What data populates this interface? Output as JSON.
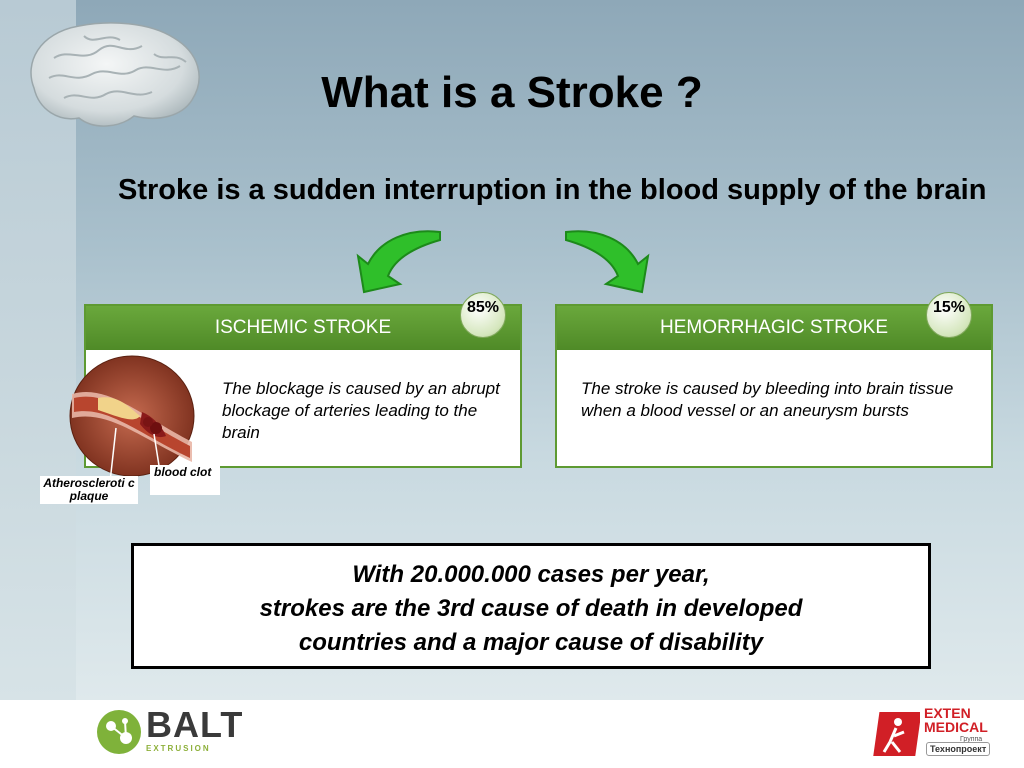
{
  "slide": {
    "title": "What is a Stroke ?",
    "subtitle": "Stroke is a sudden interruption in the blood supply of the brain"
  },
  "ischemic": {
    "heading": "ISCHEMIC STROKE",
    "percent": "85%",
    "description": "The blockage is caused by an abrupt blockage of arteries leading to the brain",
    "image_labels": {
      "plaque": "Atheroscleroti c plaque",
      "clot": "blood clot"
    }
  },
  "hemorrhagic": {
    "heading": "HEMORRHAGIC STROKE",
    "percent": "15%",
    "description": "The stroke is caused by bleeding into brain tissue when a blood vessel or an aneurysm bursts"
  },
  "statistic": {
    "line1": "With 20.000.000 cases per year,",
    "line2": "strokes are the 3rd cause of death in developed",
    "line3": "countries and a major cause of disability"
  },
  "logos": {
    "left": {
      "name": "BALT",
      "subtitle": "EXTRUSION"
    },
    "right": {
      "name_line1": "EXTEN",
      "name_line2": "MEDICAL",
      "small": "Группа",
      "subtitle": "Технопроект"
    }
  },
  "colors": {
    "accent_green": "#5e9a32",
    "arrow_green": "#2fbf2a",
    "brand_red": "#d11f26"
  },
  "icons": [
    "brain-image",
    "curved-arrow-left",
    "curved-arrow-right",
    "artery-cross-section-image"
  ]
}
